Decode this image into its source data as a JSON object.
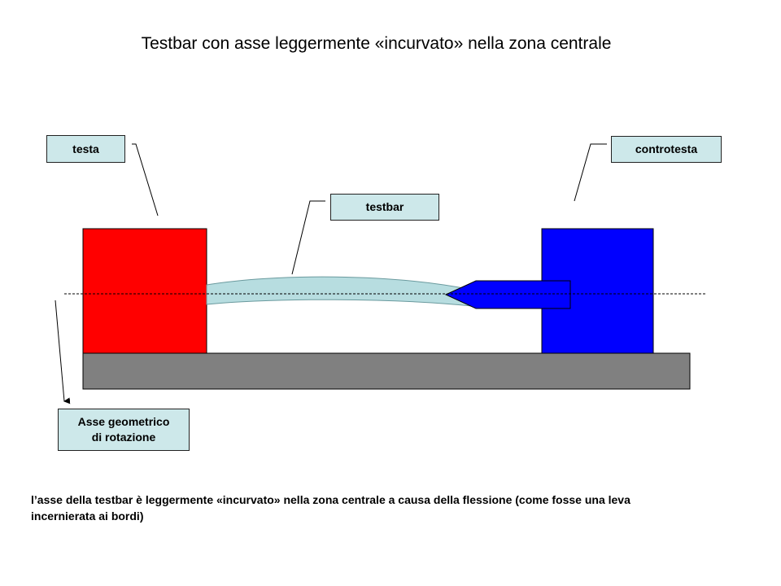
{
  "title": "Testbar con asse leggermente «incurvato» nella zona centrale",
  "labels": {
    "testa": "testa",
    "controtesta": "controtesta",
    "testbar": "testbar",
    "asse": "Asse geometrico\ndi rotazione"
  },
  "caption": "l’asse della testbar è leggermente «incurvato» nella zona centrale a causa della flessione (come fosse una leva incernierata ai bordi)",
  "colors": {
    "testa": "#ff0000",
    "controtesta": "#0000ff",
    "base": "#808080",
    "testbar": "#b7dde0",
    "label_fill": "#cde8ea"
  }
}
